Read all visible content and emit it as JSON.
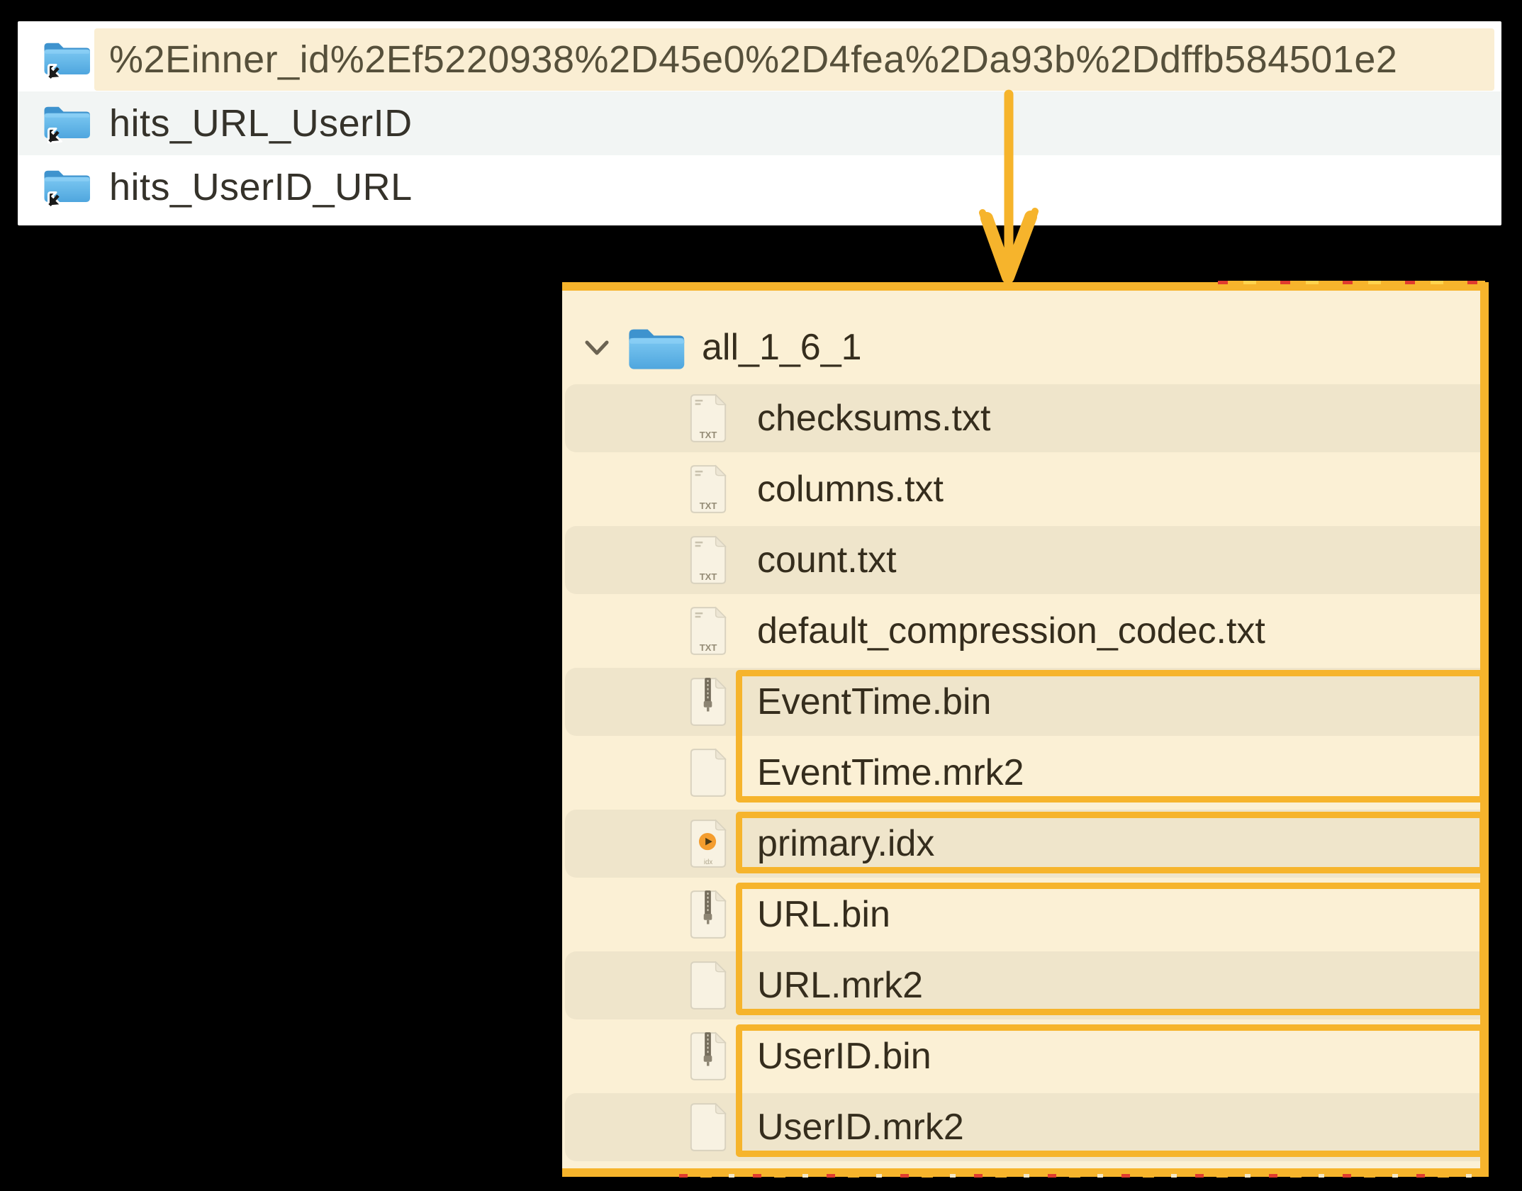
{
  "colors": {
    "accent_orange": "#F6B42C",
    "selection_cream": "#FAEED3",
    "alt_row_gray": "#F2F5F4",
    "panel_cream": "#FBF0D5",
    "stripe_beige": "#EFE5CB",
    "folder_blue": "#54AFE4",
    "text_dark": "#352D1D"
  },
  "finder_list": {
    "items": [
      {
        "label": "%2Einner_id%2Ef5220938%2D45e0%2D4fea%2Da93b%2Ddffb584501e2",
        "icon": "folder-alias",
        "highlighted": true
      },
      {
        "label": "hits_URL_UserID",
        "icon": "folder-alias",
        "highlighted": false
      },
      {
        "label": "hits_UserID_URL",
        "icon": "folder-alias",
        "highlighted": false
      }
    ]
  },
  "arrow": {
    "icon": "down-arrow",
    "color": "#F6B42C"
  },
  "part_panel": {
    "root": {
      "label": "all_1_6_1",
      "icon": "folder",
      "disclosure": "expanded"
    },
    "files": [
      {
        "name": "checksums.txt",
        "icon": "txt"
      },
      {
        "name": "columns.txt",
        "icon": "txt"
      },
      {
        "name": "count.txt",
        "icon": "txt"
      },
      {
        "name": "default_compression_codec.txt",
        "icon": "txt"
      },
      {
        "name": "EventTime.bin",
        "icon": "bin"
      },
      {
        "name": "EventTime.mrk2",
        "icon": "mrk"
      },
      {
        "name": "primary.idx",
        "icon": "idx"
      },
      {
        "name": "URL.bin",
        "icon": "bin"
      },
      {
        "name": "URL.mrk2",
        "icon": "mrk"
      },
      {
        "name": "UserID.bin",
        "icon": "bin"
      },
      {
        "name": "UserID.mrk2",
        "icon": "mrk"
      }
    ],
    "highlight_groups": [
      {
        "files": [
          "EventTime.bin",
          "EventTime.mrk2"
        ],
        "rows": [
          4,
          5
        ]
      },
      {
        "files": [
          "primary.idx"
        ],
        "rows": [
          6,
          6
        ]
      },
      {
        "files": [
          "URL.bin",
          "URL.mrk2"
        ],
        "rows": [
          7,
          8
        ]
      },
      {
        "files": [
          "UserID.bin",
          "UserID.mrk2"
        ],
        "rows": [
          9,
          10
        ]
      }
    ]
  }
}
